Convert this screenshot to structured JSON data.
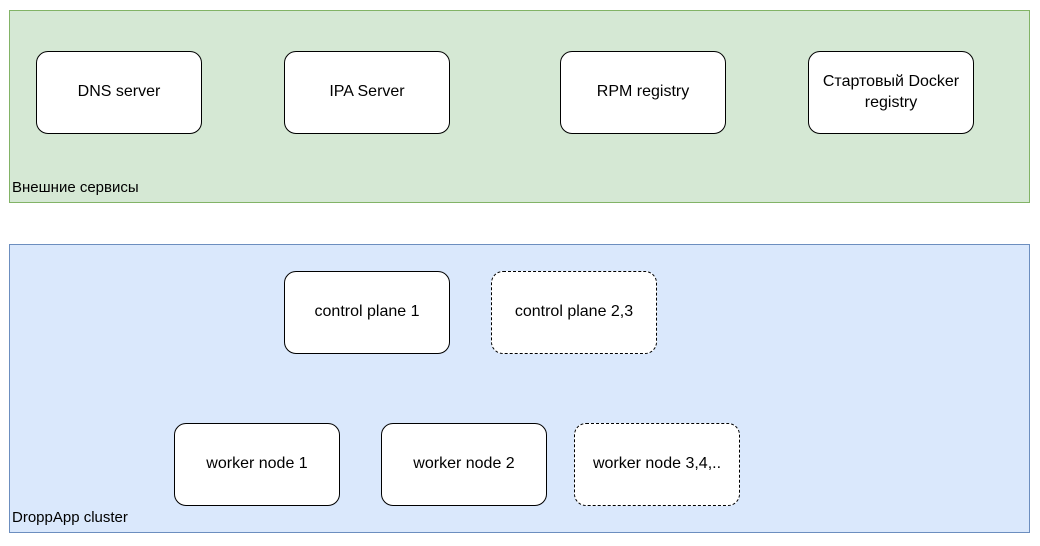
{
  "colors": {
    "external_fill": "#d5e8d4",
    "external_border": "#82b366",
    "cluster_fill": "#dae8fc",
    "cluster_border": "#6c8ebf"
  },
  "groups": {
    "external": {
      "label": "Внешние сервисы",
      "nodes": [
        {
          "label": "DNS server"
        },
        {
          "label": "IPA Server"
        },
        {
          "label": "RPM registry"
        },
        {
          "label": "Стартовый Docker registry"
        }
      ]
    },
    "cluster": {
      "label": "DroppApp cluster",
      "nodes": [
        {
          "label": "control plane 1"
        },
        {
          "label": "control plane 2,3"
        },
        {
          "label": "worker node 1"
        },
        {
          "label": "worker node 2"
        },
        {
          "label": "worker node 3,4,.."
        }
      ]
    }
  }
}
